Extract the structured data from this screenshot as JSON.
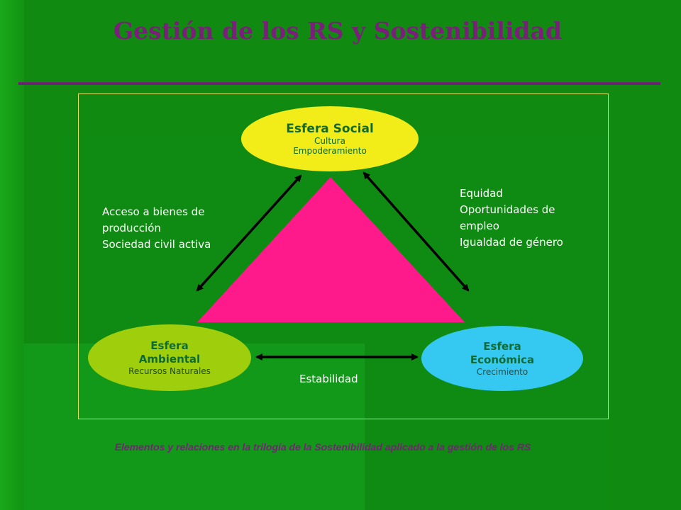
{
  "title": "Gestión de los RS y Sostenibilidad",
  "spheres": {
    "social": {
      "name": "Esfera Social",
      "lines": [
        "Cultura",
        "Empoderamiento"
      ]
    },
    "ambiental": {
      "name_lines": [
        "Esfera",
        "Ambiental"
      ],
      "lines": [
        "Recursos Naturales"
      ]
    },
    "economica": {
      "name_lines": [
        "Esfera",
        "Económica"
      ],
      "lines": [
        "Crecimiento"
      ]
    }
  },
  "relations": {
    "social_ambiental": [
      "Acceso a bienes de producción",
      "Sociedad civil activa"
    ],
    "social_economica": [
      "Equidad",
      "Oportunidades de empleo",
      "Igualdad de género"
    ],
    "ambiental_economica": [
      "Estabilidad"
    ]
  },
  "caption": "Elementos y relaciones en la trilogía de la Sostenibilidad aplicado a la gestión de los RS",
  "colors": {
    "background": "#108a10",
    "title": "#7a1f7a",
    "triangle": "#ff1a8c",
    "social": "#f2ec18",
    "ambiental": "#9fcf0c",
    "economica": "#35c9f2",
    "arrows": "#000000"
  }
}
